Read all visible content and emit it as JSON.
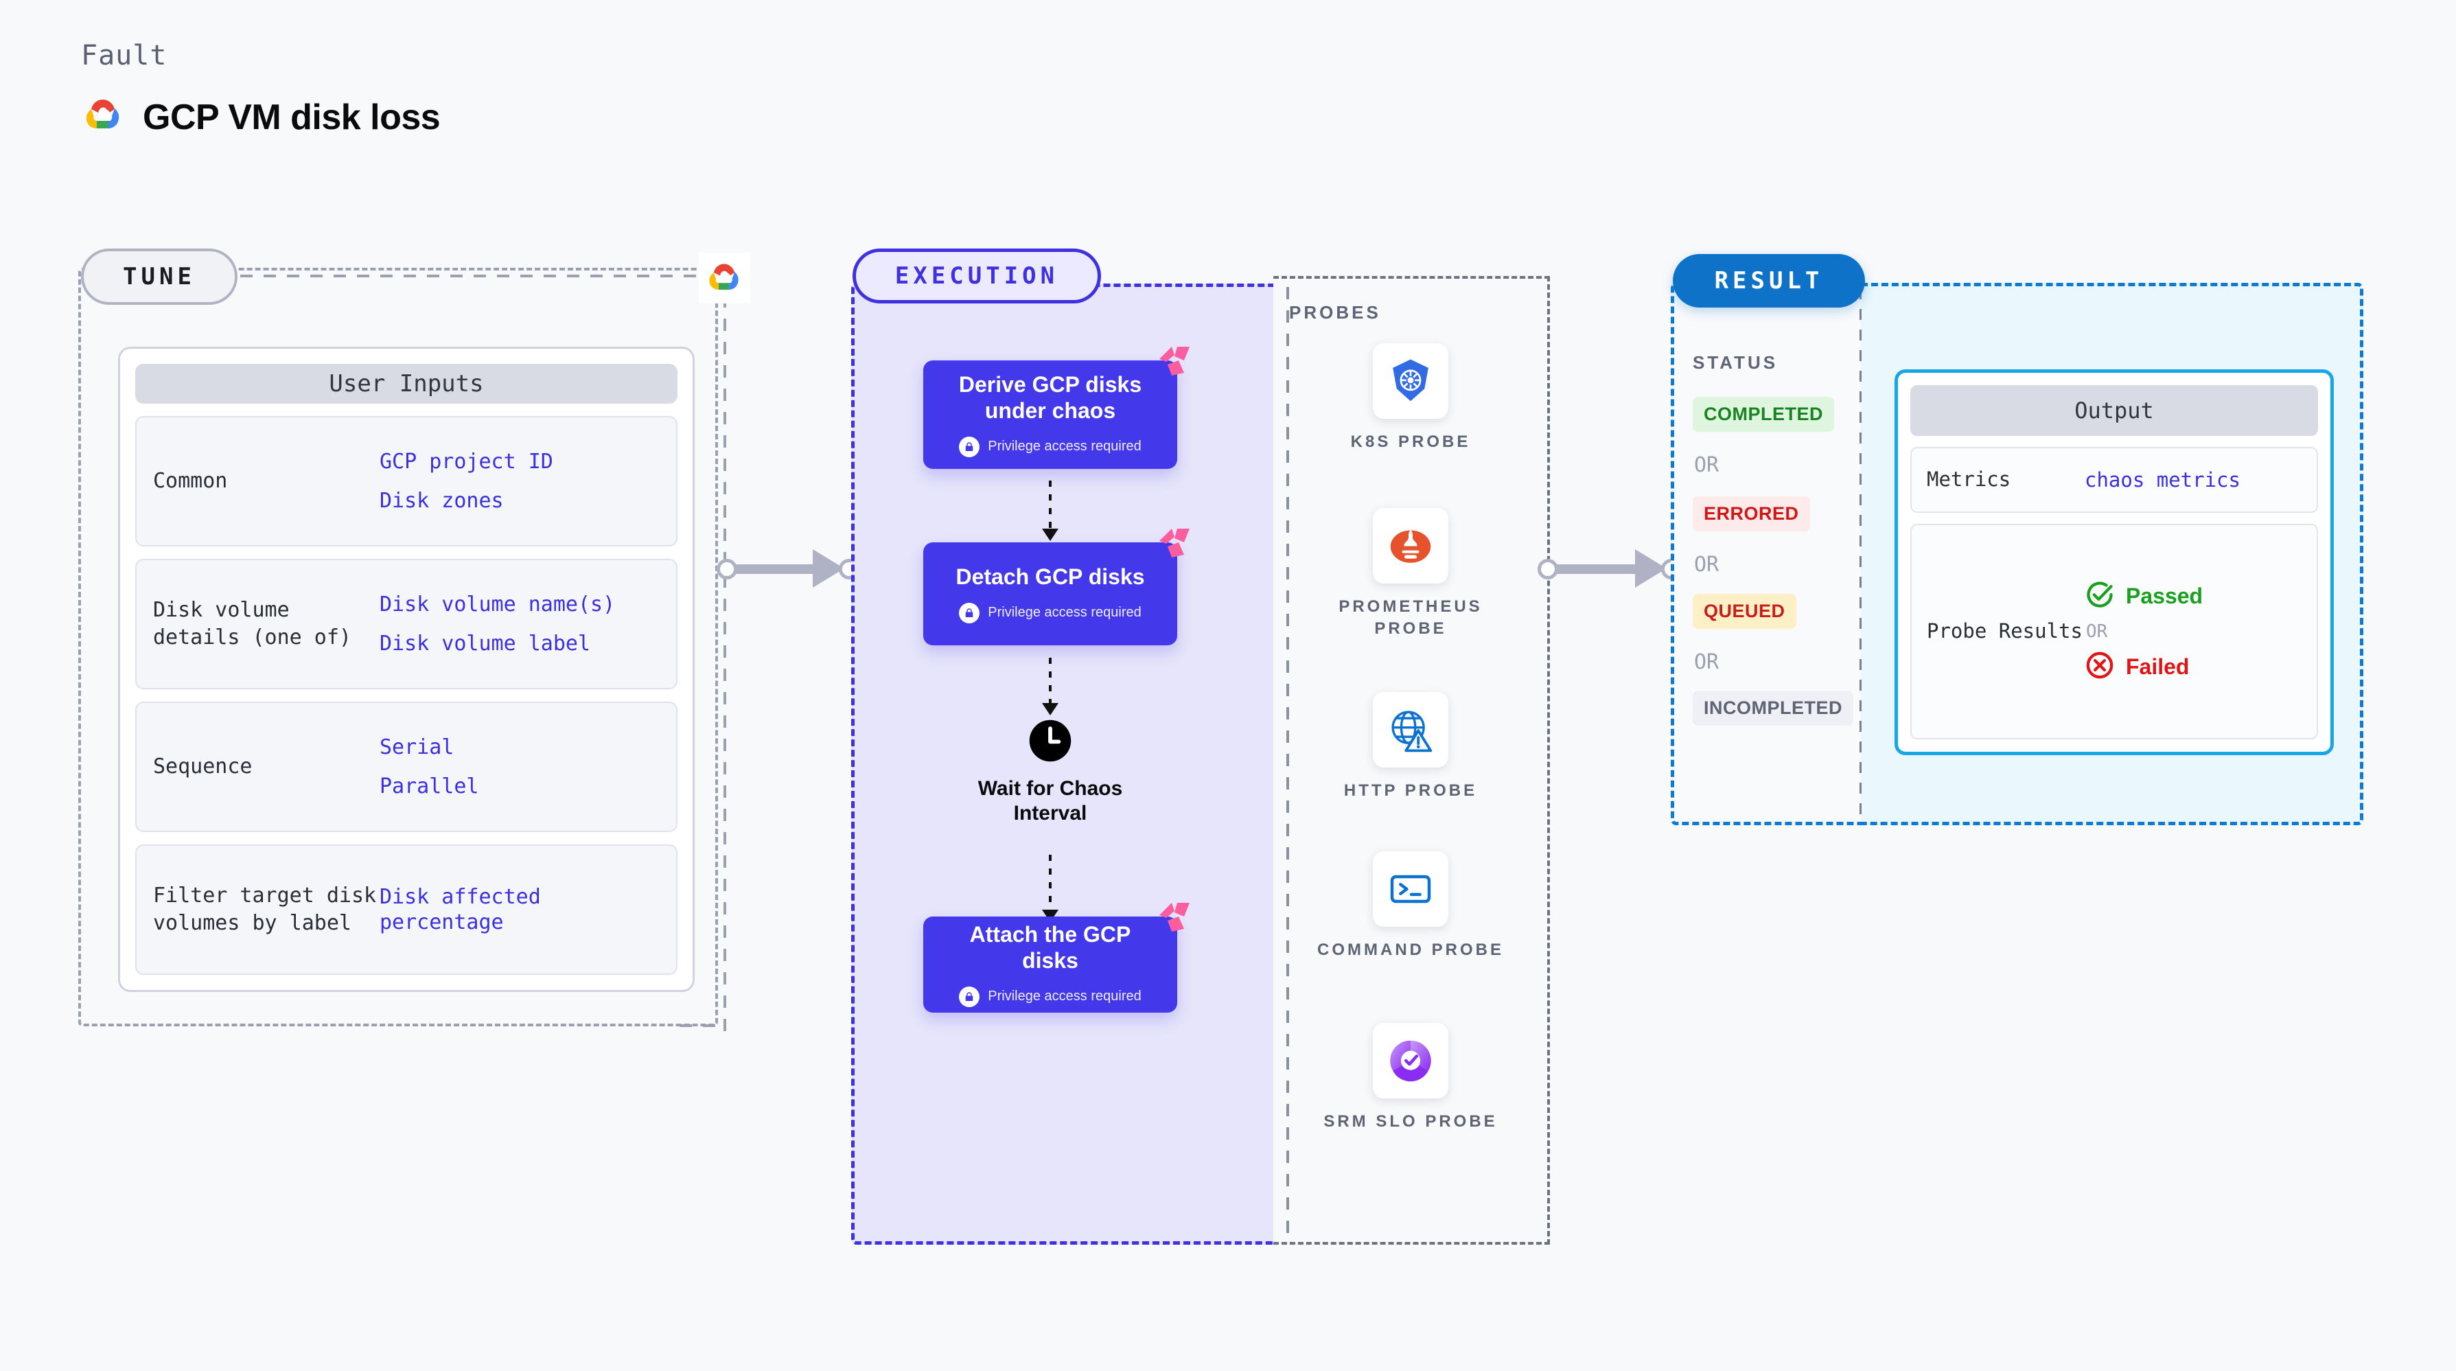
{
  "header": {
    "kicker": "Fault",
    "title": "GCP VM disk loss",
    "brand_icon": "gcp-logo-icon"
  },
  "tune": {
    "badge": "TUNE",
    "brand_icon": "gcp-logo-icon",
    "card_title": "User Inputs",
    "rows": [
      {
        "label": "Common",
        "values": [
          "GCP project ID",
          "Disk zones"
        ]
      },
      {
        "label": "Disk volume details (one of)",
        "values": [
          "Disk volume name(s)",
          "Disk volume label"
        ]
      },
      {
        "label": "Sequence",
        "values": [
          "Serial",
          "Parallel"
        ]
      },
      {
        "label": "Filter target disk volumes by label",
        "values": [
          "Disk affected percentage"
        ]
      }
    ]
  },
  "execution": {
    "badge": "EXECUTION",
    "privilege_note": "Privilege access required",
    "steps": [
      {
        "title": "Derive GCP disks under chaos",
        "privileged": true,
        "type": "task"
      },
      {
        "title": "Detach GCP disks",
        "privileged": true,
        "type": "task"
      },
      {
        "title": "Wait for Chaos Interval",
        "privileged": false,
        "type": "wait",
        "icon": "clock-icon"
      },
      {
        "title": "Attach the GCP disks",
        "privileged": true,
        "type": "task"
      }
    ]
  },
  "probes": {
    "title": "PROBES",
    "items": [
      {
        "name": "K8S PROBE",
        "icon": "kubernetes-icon"
      },
      {
        "name": "PROMETHEUS PROBE",
        "icon": "prometheus-icon"
      },
      {
        "name": "HTTP PROBE",
        "icon": "http-globe-warning-icon"
      },
      {
        "name": "COMMAND PROBE",
        "icon": "terminal-icon"
      },
      {
        "name": "SRM SLO PROBE",
        "icon": "srm-slo-icon"
      }
    ]
  },
  "result": {
    "badge": "RESULT",
    "status_title": "STATUS",
    "or_label": "OR",
    "statuses": [
      {
        "label": "COMPLETED",
        "bg": "#dff5e0",
        "fg": "#17841f"
      },
      {
        "label": "ERRORED",
        "bg": "#fdeaea",
        "fg": "#cf1717"
      },
      {
        "label": "QUEUED",
        "bg": "#fdf0c6",
        "fg": "#c91d1d"
      },
      {
        "label": "INCOMPLETED",
        "bg": "#eef0f5",
        "fg": "#5d6474"
      }
    ],
    "output": {
      "title": "Output",
      "metrics_label": "Metrics",
      "metrics_value": "chaos metrics",
      "probe_results_label": "Probe Results",
      "passed_label": "Passed",
      "failed_label": "Failed",
      "or_label": "OR",
      "passed_color": "#1aa01e",
      "failed_color": "#e01616"
    }
  },
  "colors": {
    "accent_indigo": "#3f31e0",
    "accent_blue": "#0f72c9",
    "ribbon_pink": "#fb5e9e",
    "panel_gray": "#9aa0ae"
  }
}
